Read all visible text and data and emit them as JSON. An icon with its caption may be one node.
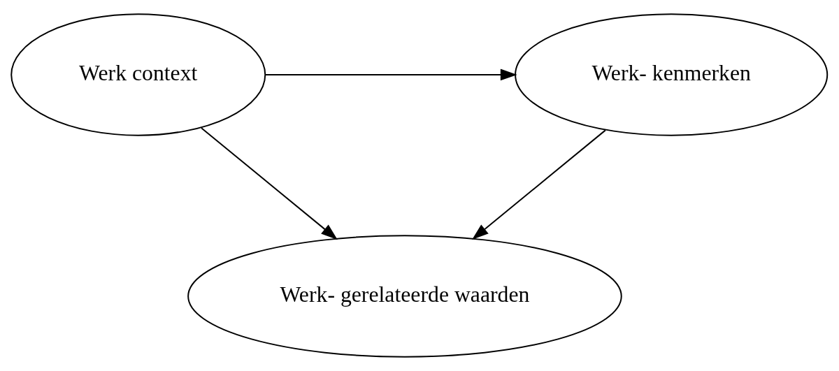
{
  "diagram": {
    "nodes": [
      {
        "text": [
          "Werk context"
        ]
      },
      {
        "text": [
          "Werk- kenmerken"
        ]
      },
      {
        "text": [
          "Werk- gerelateerde waarden"
        ]
      }
    ],
    "edges": [
      {
        "from": 0,
        "to": 1,
        "arrow": "to"
      },
      {
        "from": 0,
        "to": 2,
        "arrow": "to"
      },
      {
        "from": 1,
        "to": 2,
        "arrow": "to"
      }
    ]
  }
}
